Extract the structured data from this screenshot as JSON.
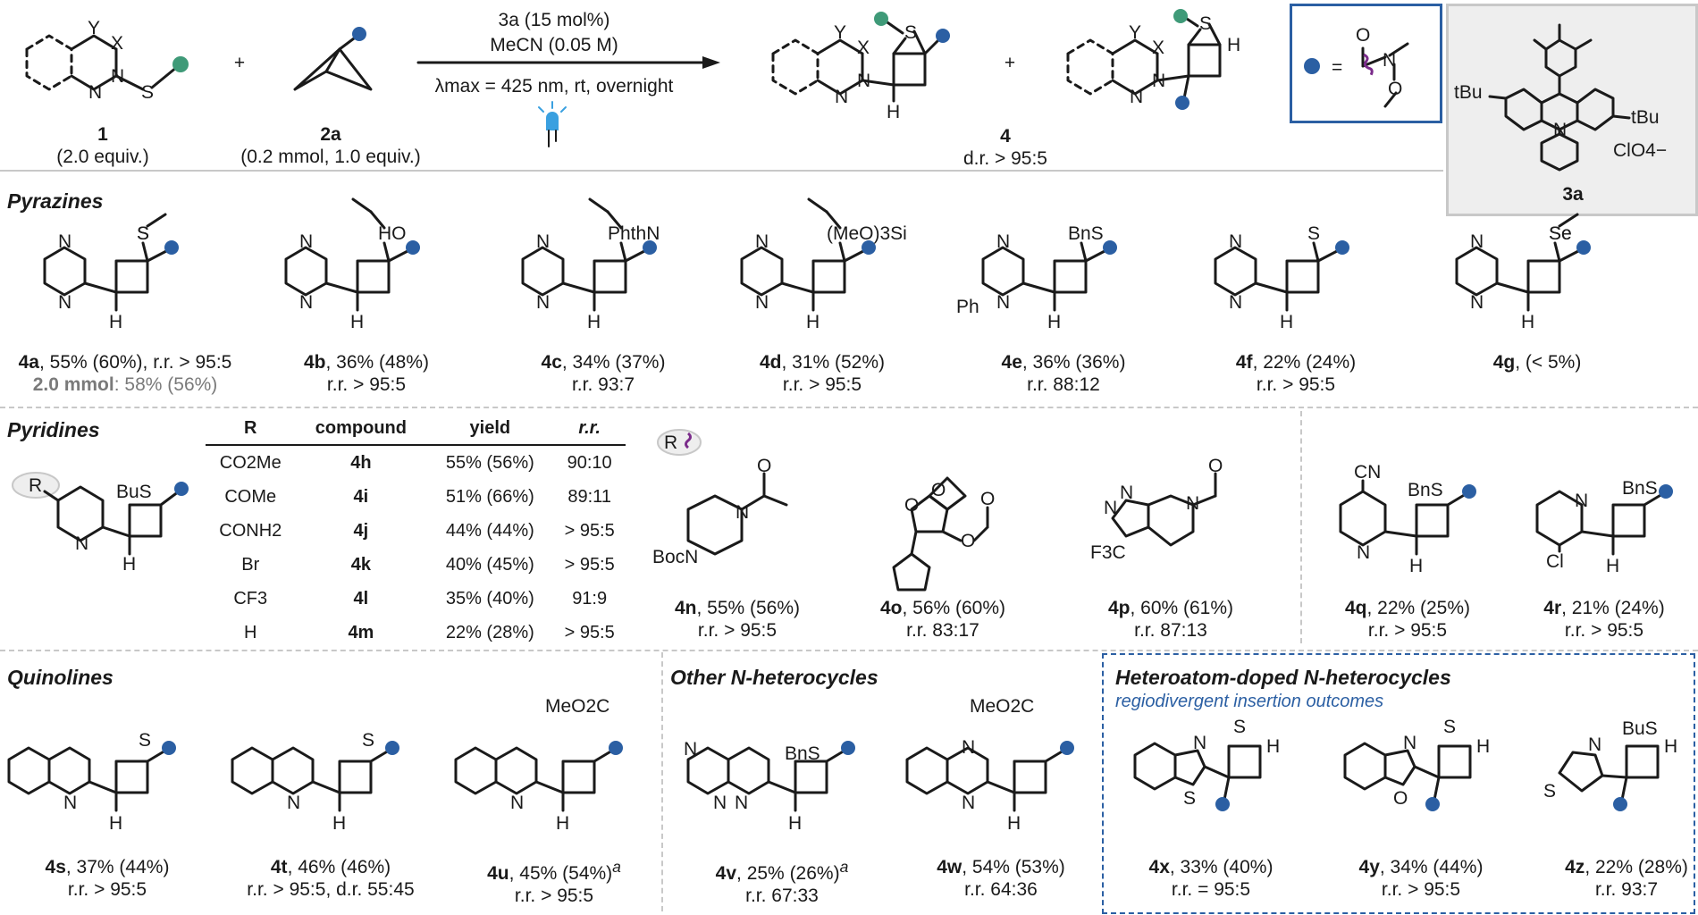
{
  "colors": {
    "substituent_dot": "#2b5fa3",
    "highlight_box": "#2b5fa3",
    "dashed_box": "#2b5fa3",
    "wavy": "#7a2b8a",
    "led": "#3aa0e0",
    "catalyst_box_bg": "#eeeeee"
  },
  "header": {
    "r1_label": "1",
    "r1_amount": "(2.0 equiv.)",
    "r2_label": "2a",
    "r2_amount": "(0.2 mmol, 1.0 equiv.)",
    "plus1": "+",
    "plus2": "+",
    "cond_cat": "3a (15 mol%)",
    "cond_solvent": "MeCN (0.05 M)",
    "cond_light": "λmax = 425 nm, rt, overnight",
    "product_label": "4",
    "product_dr": "d.r. > 95:5",
    "legend_equals": "=",
    "cat_label": "3a",
    "cat_tbu": "tBu",
    "cat_counterion": "ClO4−",
    "atoms": {
      "Y": "Y",
      "X": "X",
      "N": "N",
      "S": "S",
      "H": "H",
      "O": "O"
    }
  },
  "sections": {
    "pyrazines": "Pyrazines",
    "pyridines": "Pyridines",
    "quinolines": "Quinolines",
    "other": "Other N-heterocycles",
    "doped": "Heteroatom-doped N-heterocycles",
    "doped_sub": "regiodivergent insertion outcomes"
  },
  "pyrazines": [
    {
      "id": "4a",
      "text": ", 55% (60%), r.r. > 95:5",
      "line2": "2.0 mmol",
      "line2b": ": 58% (56%)",
      "sub": "S"
    },
    {
      "id": "4b",
      "text": ", 36% (48%)",
      "line2": "r.r. > 95:5",
      "sub": "HO"
    },
    {
      "id": "4c",
      "text": ", 34% (37%)",
      "line2": "r.r. 93:7",
      "sub": "PhthN"
    },
    {
      "id": "4d",
      "text": ", 31% (52%)",
      "line2": "r.r. > 95:5",
      "sub": "(MeO)3Si"
    },
    {
      "id": "4e",
      "text": ", 36% (36%)",
      "line2": "r.r. 88:12",
      "sub": "BnS",
      "extra": "Ph"
    },
    {
      "id": "4f",
      "text": ", 22% (24%)",
      "line2": "r.r. > 95:5",
      "sub": "S"
    },
    {
      "id": "4g",
      "text": ", (< 5%)",
      "line2": "",
      "sub": "Se"
    }
  ],
  "pyridine_core": {
    "r": "R",
    "sub": "BuS"
  },
  "pyridine_table": {
    "headers": [
      "R",
      "compound",
      "yield",
      "r.r."
    ],
    "rows": [
      [
        "CO2Me",
        "4h",
        "55% (56%)",
        "90:10"
      ],
      [
        "COMe",
        "4i",
        "51% (66%)",
        "89:11"
      ],
      [
        "CONH2",
        "4j",
        "44% (44%)",
        "> 95:5"
      ],
      [
        "Br",
        "4k",
        "40% (45%)",
        "> 95:5"
      ],
      [
        "CF3",
        "4l",
        "35% (40%)",
        "91:9"
      ],
      [
        "H",
        "4m",
        "22% (28%)",
        "> 95:5"
      ]
    ]
  },
  "pyridine_r_groups": [
    {
      "id": "4n",
      "text": ", 55% (56%)",
      "line2": "r.r. > 95:5",
      "label": "BocN"
    },
    {
      "id": "4o",
      "text": ", 56% (60%)",
      "line2": "r.r. 83:17",
      "label": "O"
    },
    {
      "id": "4p",
      "text": ", 60% (61%)",
      "line2": "r.r. 87:13",
      "label": "F3C"
    }
  ],
  "pyridine_others": [
    {
      "id": "4q",
      "text": ", 22% (25%)",
      "line2": "r.r. > 95:5",
      "label": "CN",
      "sub": "BnS"
    },
    {
      "id": "4r",
      "text": ", 21% (24%)",
      "line2": "r.r. > 95:5",
      "label": "Cl",
      "sub": "BnS"
    }
  ],
  "quinolines": [
    {
      "id": "4s",
      "text": ", 37% (44%)",
      "line2": "r.r. > 95:5",
      "sub": "S"
    },
    {
      "id": "4t",
      "text": ", 46% (46%)",
      "line2": "r.r. > 95:5, d.r. 55:45",
      "sub": "S"
    },
    {
      "id": "4u",
      "text": ", 45% (54%)",
      "sup": "a",
      "line2": "r.r. > 95:5",
      "sub": "MeO2C"
    }
  ],
  "others": [
    {
      "id": "4v",
      "text": ", 25% (26%)",
      "sup": "a",
      "line2": "r.r. 67:33",
      "sub": "BnS"
    },
    {
      "id": "4w",
      "text": ", 54% (53%)",
      "line2": "r.r. 64:36",
      "sub": "MeO2C"
    }
  ],
  "doped": [
    {
      "id": "4x",
      "text": ", 33% (40%)",
      "line2": "r.r. = 95:5",
      "het": "S"
    },
    {
      "id": "4y",
      "text": ", 34% (44%)",
      "line2": "r.r. > 95:5",
      "het": "O"
    },
    {
      "id": "4z",
      "text": ", 22% (28%)",
      "line2": "r.r. 93:7",
      "het": "S",
      "sub": "BuS"
    }
  ]
}
